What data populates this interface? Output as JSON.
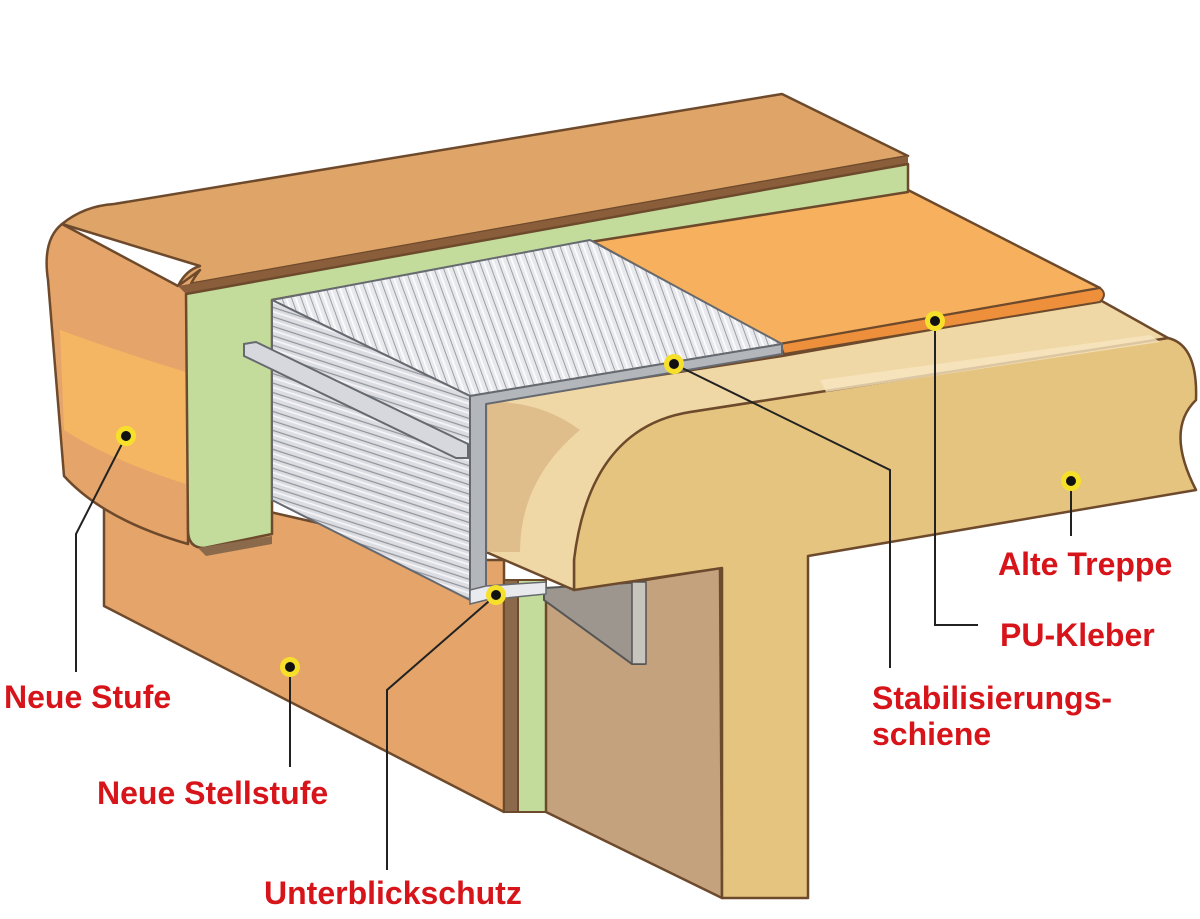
{
  "colors": {
    "label_text": "#d7141a",
    "new_step_front": "#e4a46a",
    "new_step_band": "#f6b863",
    "new_step_top": "#dfa467",
    "glue_layer": "#c3dc9c",
    "old_stair_top": "#f0d8a6",
    "old_stair_side": "#e5c47f",
    "old_tread_top": "#f7b15e",
    "glue_edge": "#ee8f3b",
    "rail_light": "#ececf0",
    "rail_shadow": "#a2a5aa",
    "stringer": "#c4a27e",
    "outline": "#6e4a2c",
    "marker_ring": "#f7e02a",
    "leader_line": "#222222"
  },
  "labels": {
    "alte_treppe": "Alte Treppe",
    "pu_kleber": "PU-Kleber",
    "stabilisierung_line1": "Stabilisierungs-",
    "stabilisierung_line2": "schiene",
    "neue_stufe": "Neue Stufe",
    "neue_stellstufe": "Neue Stellstufe",
    "unterblickschutz": "Unterblickschutz"
  }
}
